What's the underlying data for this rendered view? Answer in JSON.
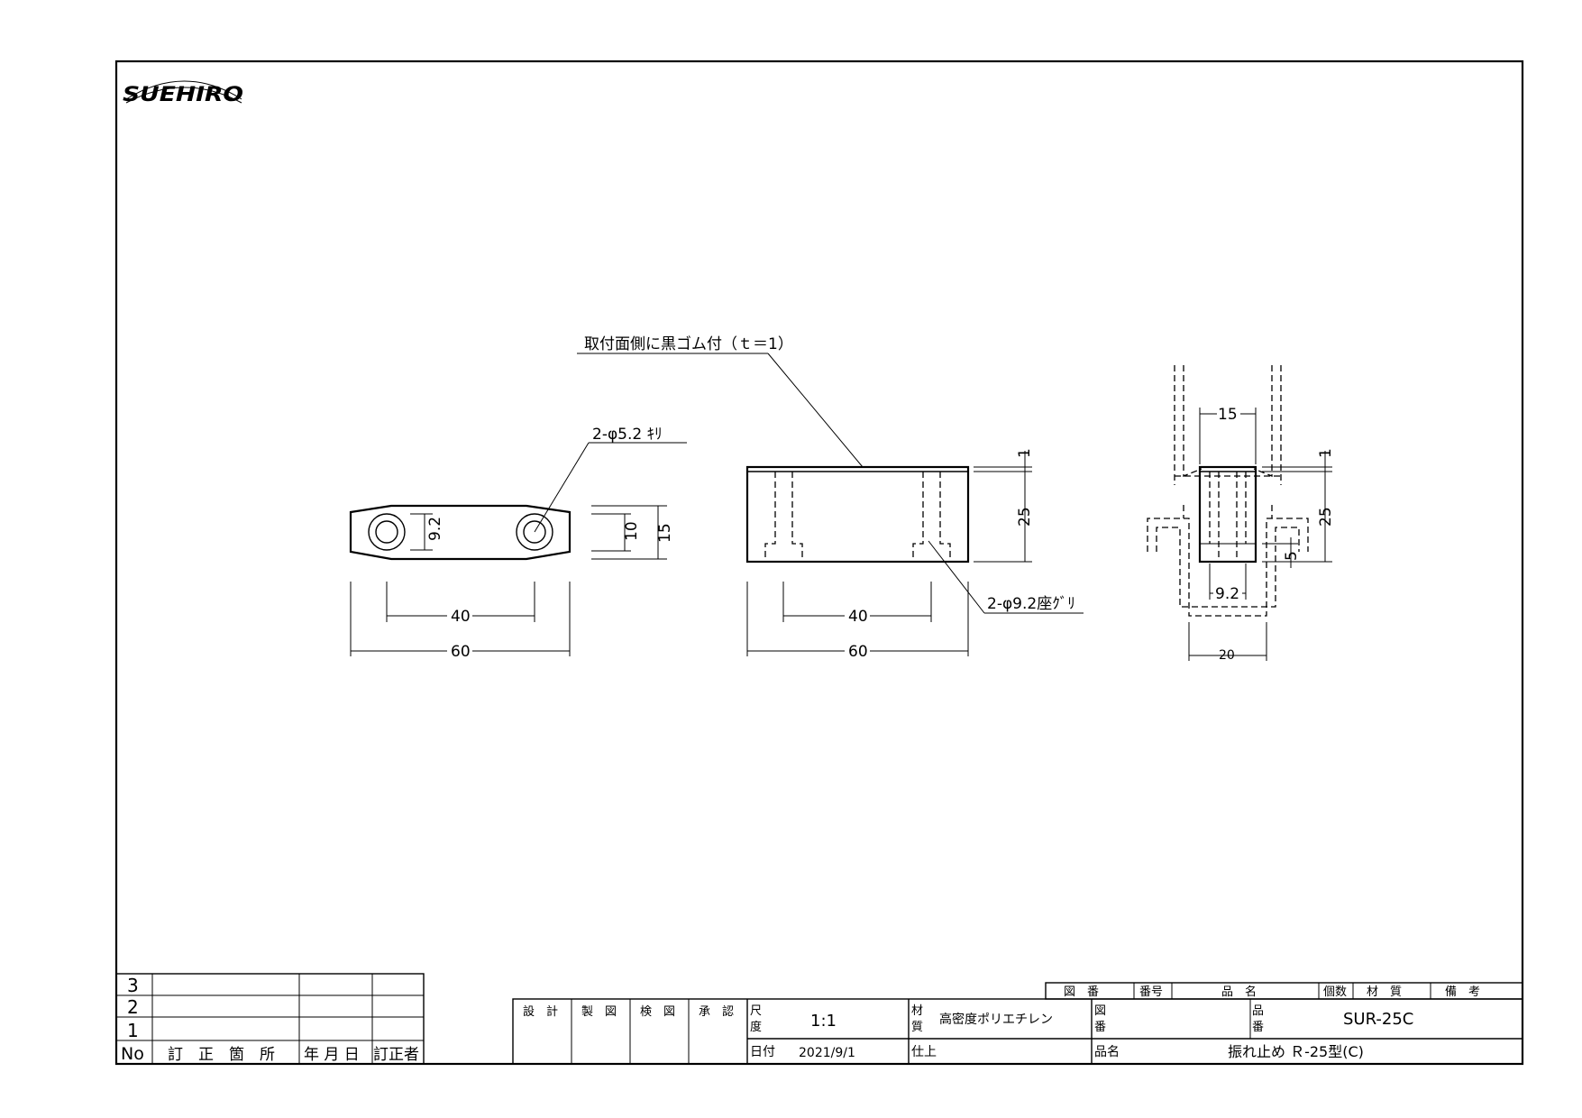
{
  "logo": {
    "text": "SUEHIRO"
  },
  "views": {
    "top": {
      "hole_note": "2-φ5.2 ｷﾘ",
      "dims": {
        "pitch": "40",
        "width": "60",
        "hole_dia": "9.2",
        "inner_w": "10",
        "outer_w": "15"
      }
    },
    "front": {
      "rubber_note": "取付面側に黒ゴム付（ｔ＝1）",
      "cbore_note": "2-φ9.2座ｸﾞﾘ",
      "dims": {
        "pitch": "40",
        "width": "60",
        "height": "25",
        "rubber": "1"
      }
    },
    "side": {
      "dims": {
        "top_w": "15",
        "rubber": "1",
        "height": "25",
        "cbore_depth": "5",
        "hole": "9.2",
        "bottom_w": "20"
      }
    }
  },
  "revision_table": {
    "rows": [
      "3",
      "2",
      "1"
    ],
    "headers": {
      "no": "No",
      "location": "訂　正　箇　所",
      "date": "年 月 日",
      "by": "訂正者"
    }
  },
  "title_block": {
    "roles": [
      "設　計",
      "製　図",
      "検　図",
      "承　認"
    ],
    "scale_label_1": "尺",
    "scale_label_2": "度",
    "scale_value": "1:1",
    "date_label": "日付",
    "date_value": "2021/9/1",
    "material_label_1": "材",
    "material_label_2": "質",
    "material_value": "高密度ポリエチレン",
    "finish_label": "仕上",
    "drawing_no_label_1": "図",
    "drawing_no_label_2": "番",
    "part_no_label_1": "品",
    "part_no_label_2": "番",
    "part_no_value": "SUR-25C",
    "name_label": "品名",
    "name_value": "振れ止め Ｒ-25型(C)",
    "parts_header": {
      "drawing_no": "図　番",
      "number": "番号",
      "name": "品　名",
      "qty": "個数",
      "material": "材　質",
      "remarks": "備　考"
    }
  }
}
